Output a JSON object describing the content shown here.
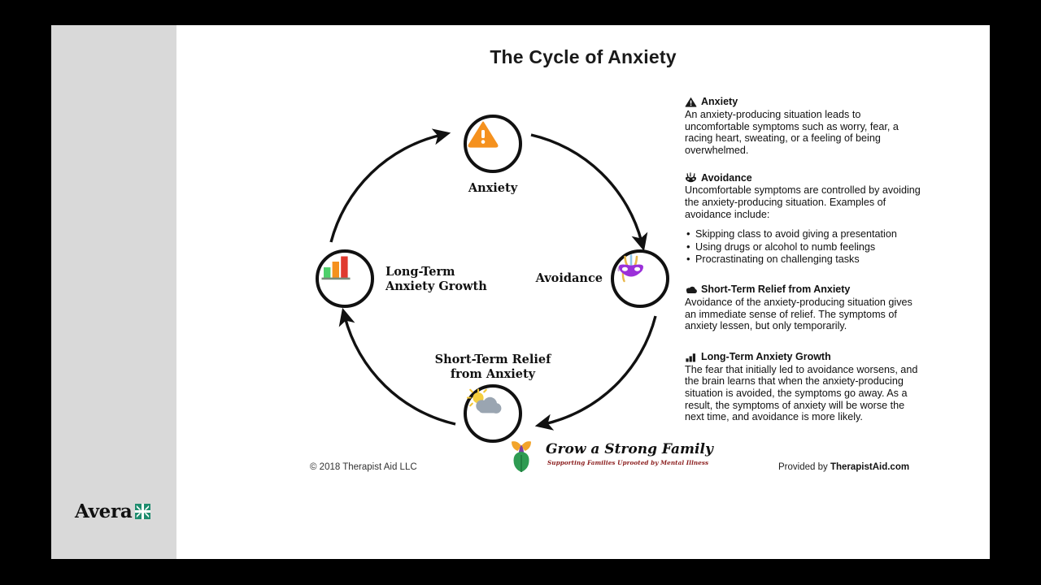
{
  "slide": {
    "title": "The Cycle of Anxiety",
    "background": "#ffffff",
    "sidebar_color": "#d9d9d9",
    "letterbox_color": "#000000"
  },
  "cycle": {
    "nodes": [
      {
        "id": "anxiety",
        "label": "Anxiety",
        "icon": "warning-triangle-icon",
        "color": "#F5911E"
      },
      {
        "id": "avoidance",
        "label": "Avoidance",
        "icon": "carnival-mask-icon",
        "color": "#9B30D9"
      },
      {
        "id": "relief",
        "label": "Short-Term Relief\nfrom Anxiety",
        "icon": "sun-behind-cloud-icon",
        "color": "#9AA5B1"
      },
      {
        "id": "growth",
        "label": "Long-Term\nAnxiety Growth",
        "icon": "bar-chart-icon",
        "color": "#E03A2F"
      }
    ]
  },
  "sections": [
    {
      "icon": "warning-triangle-icon",
      "title": "Anxiety",
      "body": "An anxiety-producing situation leads to uncomfortable symptoms such as worry, fear, a racing heart, sweating, or a feeling of being overwhelmed.",
      "bullets": []
    },
    {
      "icon": "carnival-mask-icon",
      "title": "Avoidance",
      "body": "Uncomfortable symptoms are controlled by avoiding the anxiety-producing situation. Examples of avoidance include:",
      "bullets": [
        "Skipping class to avoid giving a presentation",
        "Using drugs or alcohol to numb feelings",
        "Procrastinating on challenging tasks"
      ]
    },
    {
      "icon": "cloud-icon",
      "title": "Short-Term Relief from Anxiety",
      "body": "Avoidance of the anxiety-producing situation gives an immediate sense of relief. The symptoms of anxiety lessen, but only temporarily.",
      "bullets": []
    },
    {
      "icon": "bar-chart-icon",
      "title": "Long-Term Anxiety Growth",
      "body": "The fear that initially led to avoidance worsens, and the brain learns that when the anxiety-producing situation is avoided, the symptoms go away. As a result, the symptoms of anxiety will be worse the next time, and avoidance is more likely.",
      "bullets": []
    }
  ],
  "footer": {
    "copyright": "© 2018 Therapist Aid LLC",
    "grow_name": "Grow a Strong Family",
    "grow_tagline": "Supporting Families Uprooted by Mental Illness",
    "provided_prefix": "Provided by ",
    "provided_brand": "TherapistAid.com"
  },
  "branding": {
    "avera_word": "Avera",
    "avera_mark_color": "#1E8C6E"
  }
}
